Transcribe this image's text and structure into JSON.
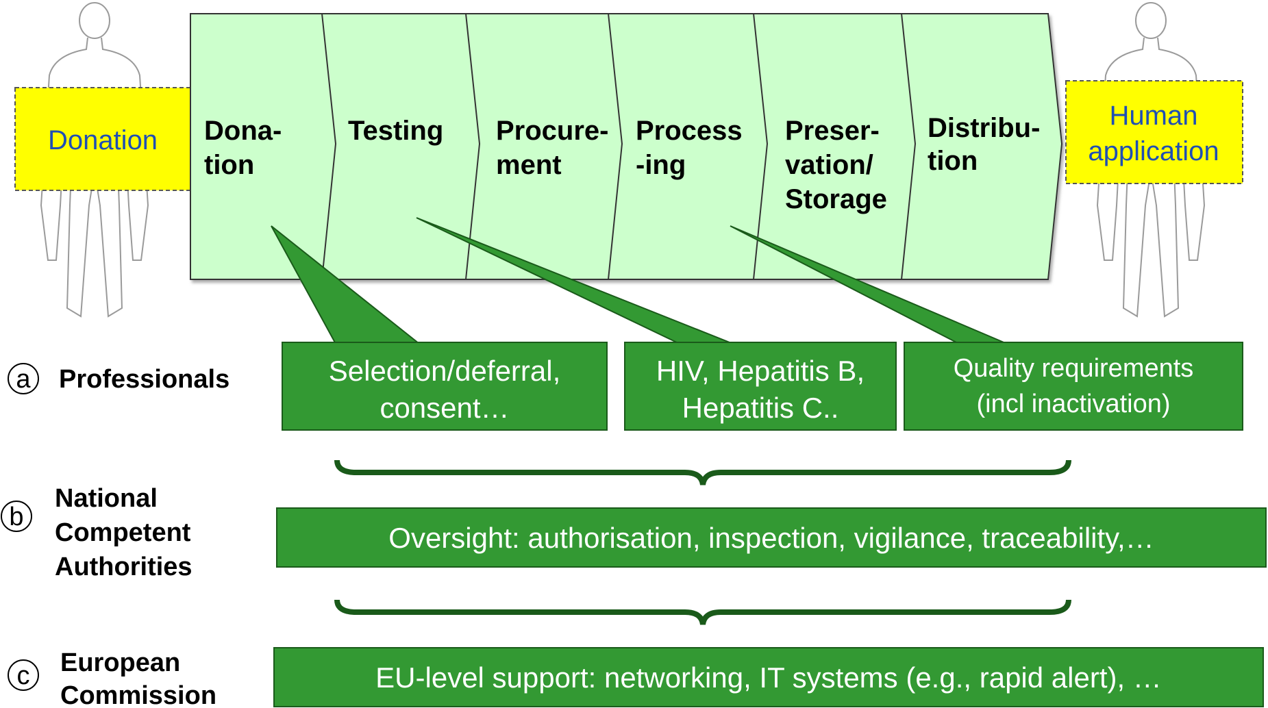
{
  "chain": {
    "start": "Donation",
    "end": [
      "Human",
      "application"
    ],
    "stages": [
      [
        "Dona-",
        "tion"
      ],
      [
        "Testing"
      ],
      [
        "Procure-",
        "ment"
      ],
      [
        "Process",
        "-ing"
      ],
      [
        "Preser-",
        "vation/",
        "Storage"
      ],
      [
        "Distribu-",
        "tion"
      ]
    ]
  },
  "professionals": {
    "marker": "a",
    "label": "Professionals",
    "boxes": [
      [
        "Selection/deferral,",
        "consent…"
      ],
      [
        "HIV, Hepatitis B,",
        "Hepatitis C.."
      ],
      [
        "Quality requirements",
        "(incl inactivation)"
      ]
    ]
  },
  "authorities": {
    "marker": "b",
    "label": [
      "National",
      "Competent",
      "Authorities"
    ],
    "box": "Oversight: authorisation, inspection, vigilance, traceability,…"
  },
  "commission": {
    "marker": "c",
    "label": [
      "European",
      "Commission"
    ],
    "box": "EU-level support: networking, IT systems (e.g., rapid alert), …"
  },
  "colors": {
    "stage_fill": "#ccffcc",
    "box_green": "#339933",
    "end_fill": "#ffff00",
    "end_text": "#1f4fb4"
  }
}
